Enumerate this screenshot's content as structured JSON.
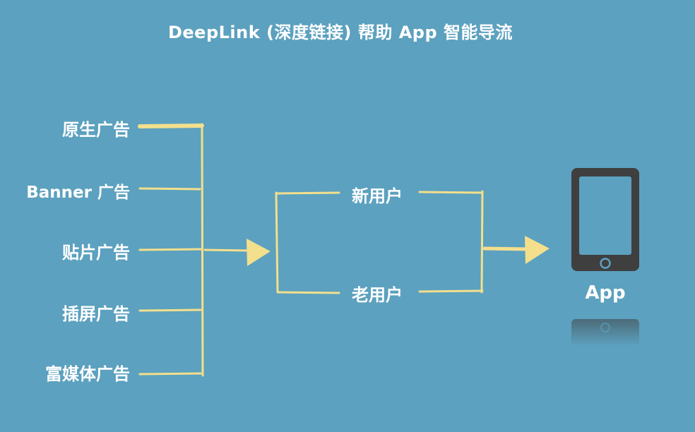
{
  "title": "DeepLink (深度链接) 帮助 App 智能导流",
  "sources": [
    {
      "label": "原生广告"
    },
    {
      "label": "Banner 广告"
    },
    {
      "label": "贴片广告"
    },
    {
      "label": "插屏广告"
    },
    {
      "label": "富媒体广告"
    }
  ],
  "users": [
    {
      "label": "新用户"
    },
    {
      "label": "老用户"
    }
  ],
  "target": {
    "label": "App",
    "icon": "smartphone-icon"
  },
  "colors": {
    "background": "#5ca1bf",
    "connector": "#f3df8c",
    "phone": "#3f3f3f",
    "text": "#ffffff"
  }
}
